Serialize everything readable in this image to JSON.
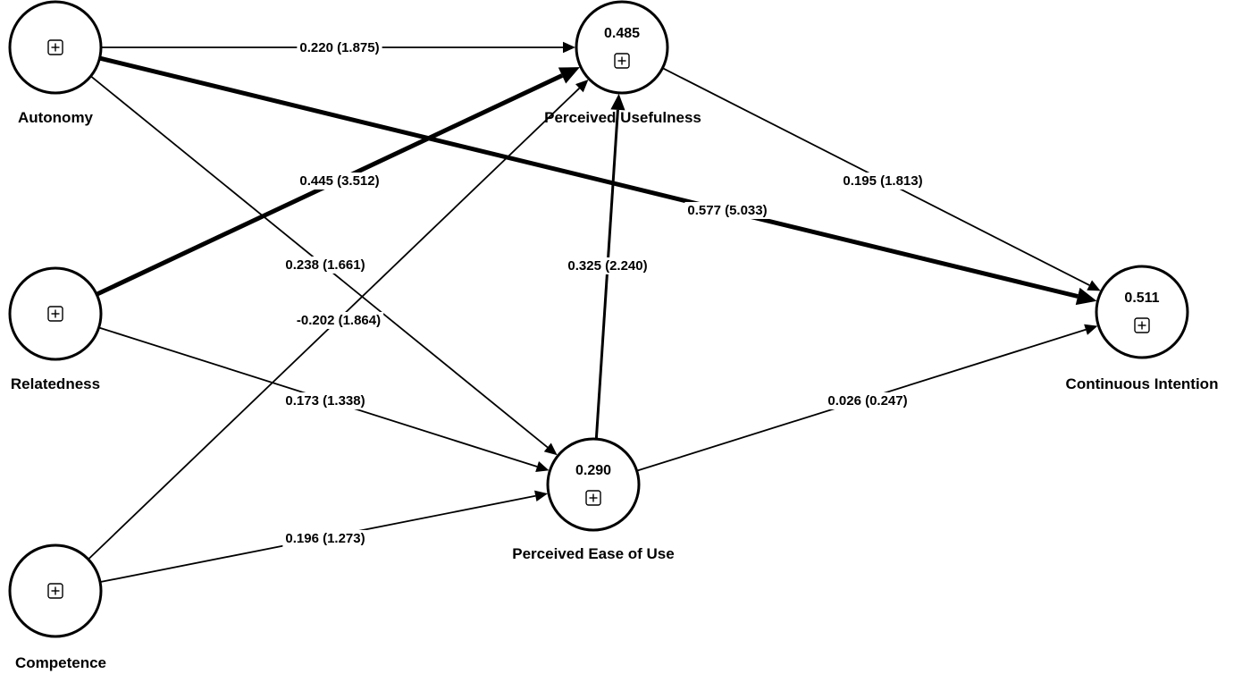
{
  "nodes": [
    {
      "id": "autonomy",
      "label": "Autonomy",
      "value": ""
    },
    {
      "id": "relatedness",
      "label": "Relatedness",
      "value": ""
    },
    {
      "id": "competence",
      "label": "Competence",
      "value": ""
    },
    {
      "id": "pu",
      "label": "Perceived Usefulness",
      "value": "0.485"
    },
    {
      "id": "peou",
      "label": "Perceived Ease of Use",
      "value": "0.290"
    },
    {
      "id": "ci",
      "label": "Continuous Intention",
      "value": "0.511"
    }
  ],
  "edges": [
    {
      "from": "autonomy",
      "to": "pu",
      "label": "0.220 (1.875)"
    },
    {
      "from": "autonomy",
      "to": "ci",
      "label": "0.577 (5.033)"
    },
    {
      "from": "autonomy",
      "to": "peou",
      "label": "0.238 (1.661)"
    },
    {
      "from": "relatedness",
      "to": "pu",
      "label": "0.445 (3.512)"
    },
    {
      "from": "relatedness",
      "to": "peou",
      "label": "0.173 (1.338)"
    },
    {
      "from": "competence",
      "to": "pu",
      "label": "-0.202 (1.864)"
    },
    {
      "from": "competence",
      "to": "peou",
      "label": "0.196 (1.273)"
    },
    {
      "from": "peou",
      "to": "pu",
      "label": "0.325 (2.240)"
    },
    {
      "from": "pu",
      "to": "ci",
      "label": "0.195 (1.813)"
    },
    {
      "from": "peou",
      "to": "ci",
      "label": "0.026 (0.247)"
    }
  ],
  "icons": {
    "expand": "expand-plus-icon"
  }
}
